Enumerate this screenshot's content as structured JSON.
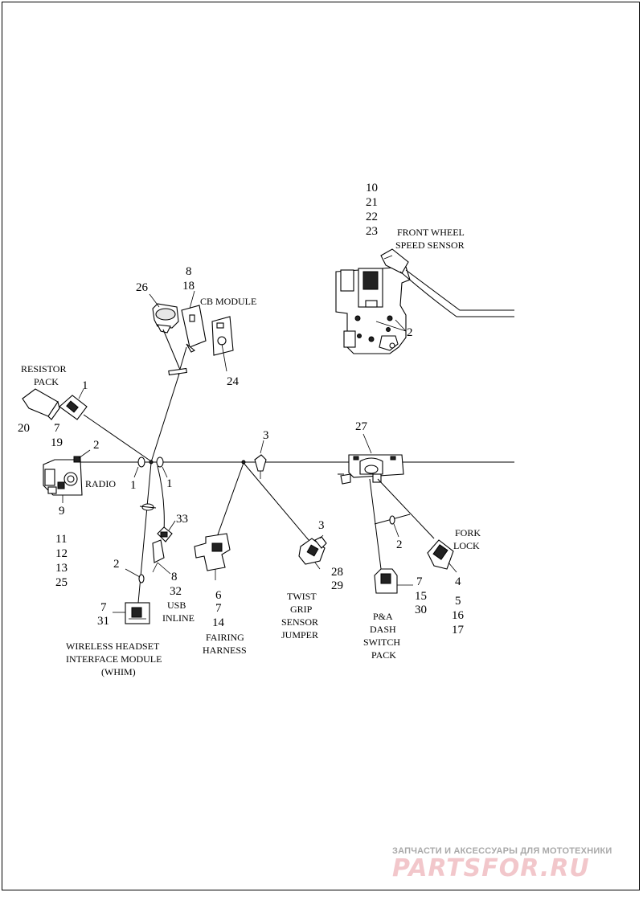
{
  "callouts": {
    "n10": "10",
    "n21": "21",
    "n22": "22",
    "n23": "23",
    "n2_wheel": "2",
    "n8_cb": "8",
    "n18": "18",
    "n26": "26",
    "n24": "24",
    "n1_res": "1",
    "n7_res": "7",
    "n19": "19",
    "n20": "20",
    "n2_radio": "2",
    "n1_left": "1",
    "n1_right": "1",
    "n9": "9",
    "n11": "11",
    "n12": "12",
    "n13": "13",
    "n25": "25",
    "n33": "33",
    "n8_usb": "8",
    "n32": "32",
    "n2_whim": "2",
    "n7_whim": "7",
    "n31": "31",
    "n6": "6",
    "n7_fair": "7",
    "n14": "14",
    "n3_top": "3",
    "n3_twist": "3",
    "n28": "28",
    "n29": "29",
    "n27": "27",
    "n2_pa": "2",
    "n7_pa": "7",
    "n15": "15",
    "n30": "30",
    "n4": "4",
    "n5": "5",
    "n16": "16",
    "n17": "17"
  },
  "labels": {
    "front_wheel": [
      "FRONT WHEEL",
      "SPEED SENSOR"
    ],
    "cb_module": "CB MODULE",
    "resistor_pack": [
      "RESISTOR",
      "PACK"
    ],
    "radio": "RADIO",
    "usb_inline": [
      "USB",
      "INLINE"
    ],
    "whim": [
      "WIRELESS HEADSET",
      "INTERFACE MODULE",
      "(WHIM)"
    ],
    "fairing_harness": [
      "FAIRING",
      "HARNESS"
    ],
    "twist_grip": [
      "TWIST",
      "GRIP",
      "SENSOR",
      "JUMPER"
    ],
    "pa_dash": [
      "P&A",
      "DASH",
      "SWITCH",
      "PACK"
    ],
    "fork_lock": [
      "FORK",
      "LOCK"
    ]
  },
  "watermark": {
    "tagline": "ЗАПЧАСТИ И АКСЕССУАРЫ ДЛЯ МОТОТЕХНИКИ",
    "logo": "PARTSFOR.RU"
  }
}
